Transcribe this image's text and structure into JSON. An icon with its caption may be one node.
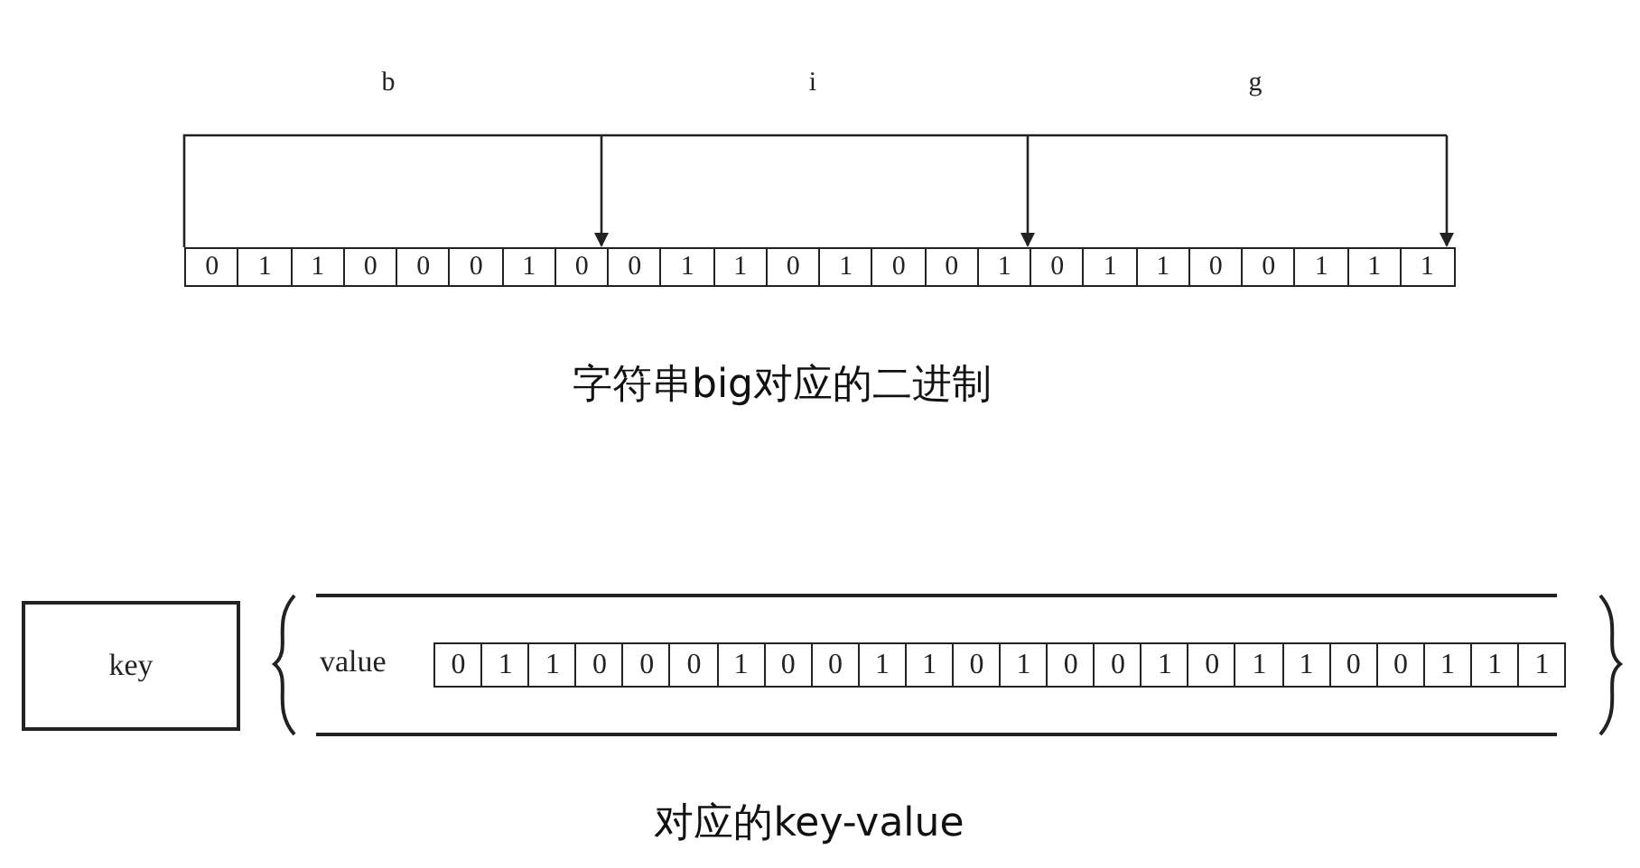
{
  "diagram": {
    "nodes": [
      {
        "text": [
          "key"
        ]
      }
    ],
    "labels": [
      "b",
      "i",
      "g",
      "0",
      "1",
      "1",
      "0",
      "0",
      "0",
      "1",
      "0",
      "0",
      "1",
      "1",
      "0",
      "1",
      "0",
      "0",
      "1",
      "0",
      "1",
      "1",
      "0",
      "0",
      "1",
      "1",
      "1",
      "字符串big对应的二进制",
      "value",
      "0",
      "1",
      "1",
      "0",
      "0",
      "0",
      "1",
      "0",
      "0",
      "1",
      "1",
      "0",
      "1",
      "0",
      "0",
      "1",
      "0",
      "1",
      "1",
      "0",
      "0",
      "1",
      "1",
      "1",
      "对应的key-value"
    ]
  }
}
